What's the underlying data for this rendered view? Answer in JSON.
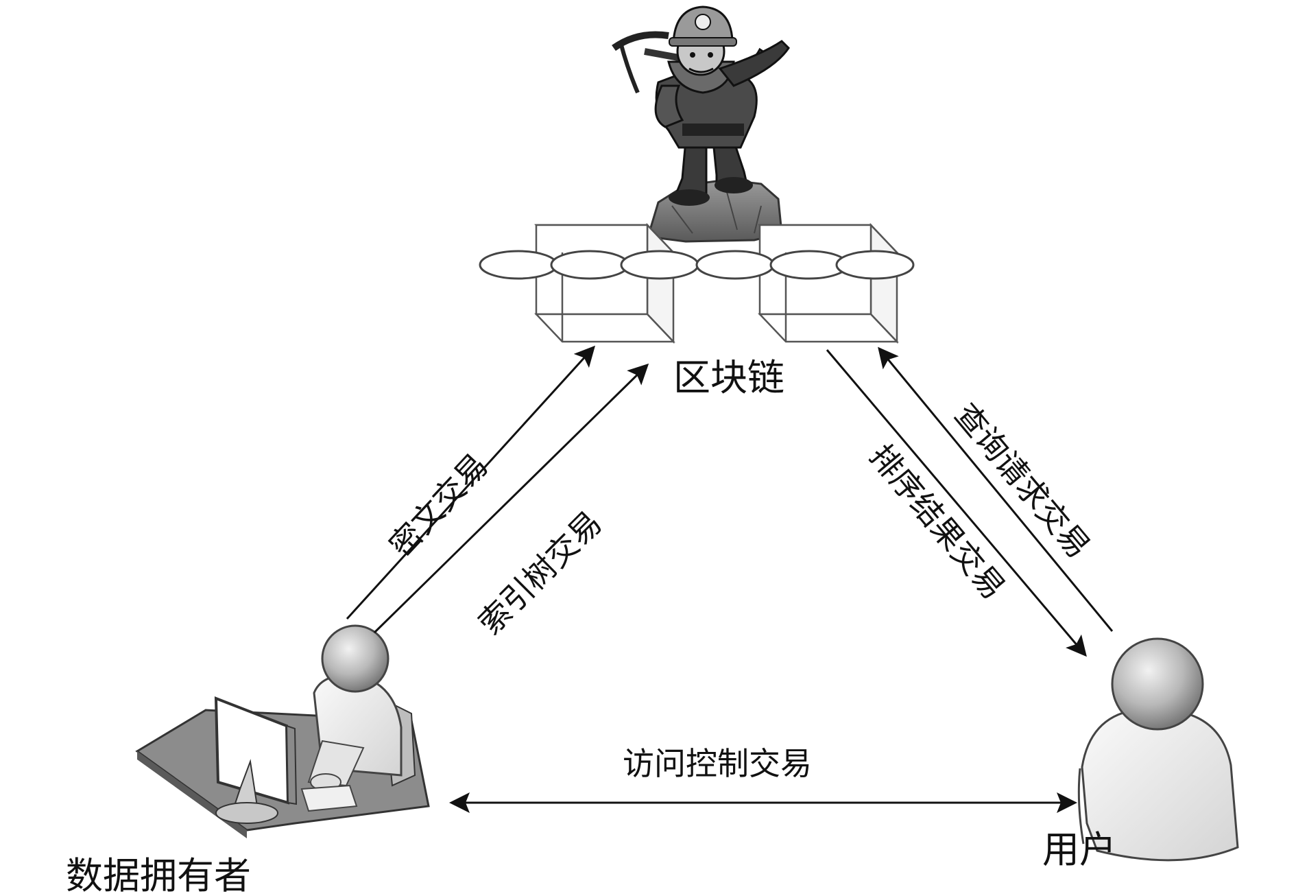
{
  "nodes": {
    "blockchain": {
      "label": "区块链"
    },
    "data_owner": {
      "label": "数据拥有者"
    },
    "user": {
      "label": "用户"
    }
  },
  "edges": {
    "ciphertext_tx": {
      "label": "密文交易",
      "from": "data_owner",
      "to": "blockchain"
    },
    "index_tree_tx": {
      "label": "索引树交易",
      "from": "data_owner",
      "to": "blockchain"
    },
    "query_request_tx": {
      "label": "查询请求交易",
      "from": "user",
      "to": "blockchain"
    },
    "sort_result_tx": {
      "label": "排序结果交易",
      "from": "blockchain",
      "to": "user"
    },
    "access_control_tx": {
      "label": "访问控制交易",
      "between": [
        "data_owner",
        "user"
      ]
    }
  },
  "icons": {
    "miner": "miner-with-pickaxe-icon",
    "blocks": "block-chain-cubes-icon",
    "owner": "person-at-computer-icon",
    "user": "person-icon"
  }
}
